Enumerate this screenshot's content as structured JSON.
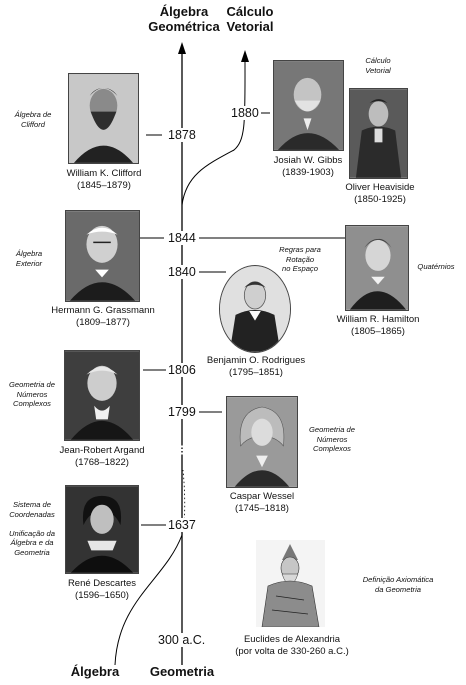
{
  "headings": {
    "top_algebra_geometrica": "Álgebra\nGeométrica",
    "top_calculo_vetorial": "Cálculo\nVetorial",
    "bottom_algebra": "Álgebra",
    "bottom_geometria": "Geometria"
  },
  "years": {
    "y1878": "1878",
    "y1880": "1880",
    "y1844": "1844",
    "y1840": "1840",
    "y1806": "1806",
    "y1799": "1799",
    "y1637": "1637",
    "y300": "300 a.C."
  },
  "people": {
    "clifford": {
      "name": "William K. Clifford",
      "dates": "(1845–1879)"
    },
    "gibbs": {
      "name": "Josiah W. Gibbs",
      "dates": "(1839-1903)"
    },
    "heaviside": {
      "name": "Oliver Heaviside",
      "dates": "(1850-1925)"
    },
    "grassmann": {
      "name": "Hermann G. Grassmann",
      "dates": "(1809–1877)"
    },
    "hamilton": {
      "name": "William R. Hamilton",
      "dates": "(1805–1865)"
    },
    "rodrigues": {
      "name": "Benjamin O. Rodrigues",
      "dates": "(1795–1851)"
    },
    "argand": {
      "name": "Jean-Robert Argand",
      "dates": "(1768–1822)"
    },
    "wessel": {
      "name": "Caspar Wessel",
      "dates": "(1745–1818)"
    },
    "descartes": {
      "name": "René Descartes",
      "dates": "(1596–1650)"
    },
    "euclides": {
      "name": "Euclides de Alexandria",
      "dates": "(por volta de 330-260 a.C.)"
    }
  },
  "notes": {
    "clifford": "Álgebra de\nClifford",
    "calculo": "Cálculo\nVetorial",
    "exterior": "Álgebra\nExterior",
    "regras": "Regras para\nRotação\nno Espaço",
    "quaternios": "Quatérnios",
    "argand": "Geometria de\nNúmeros\nComplexos",
    "wessel": "Geometria de\nNúmeros\nComplexos",
    "descartes": "Sistema de\nCoordenadas\n\nUnificação da\nÁlgebra e da\nGeometria",
    "euclides": "Definição Axiomática\nda Geometria"
  },
  "icons": {
    "axis_arrow": "arrow-up-icon",
    "vector_arrow": "arrow-up-icon"
  }
}
